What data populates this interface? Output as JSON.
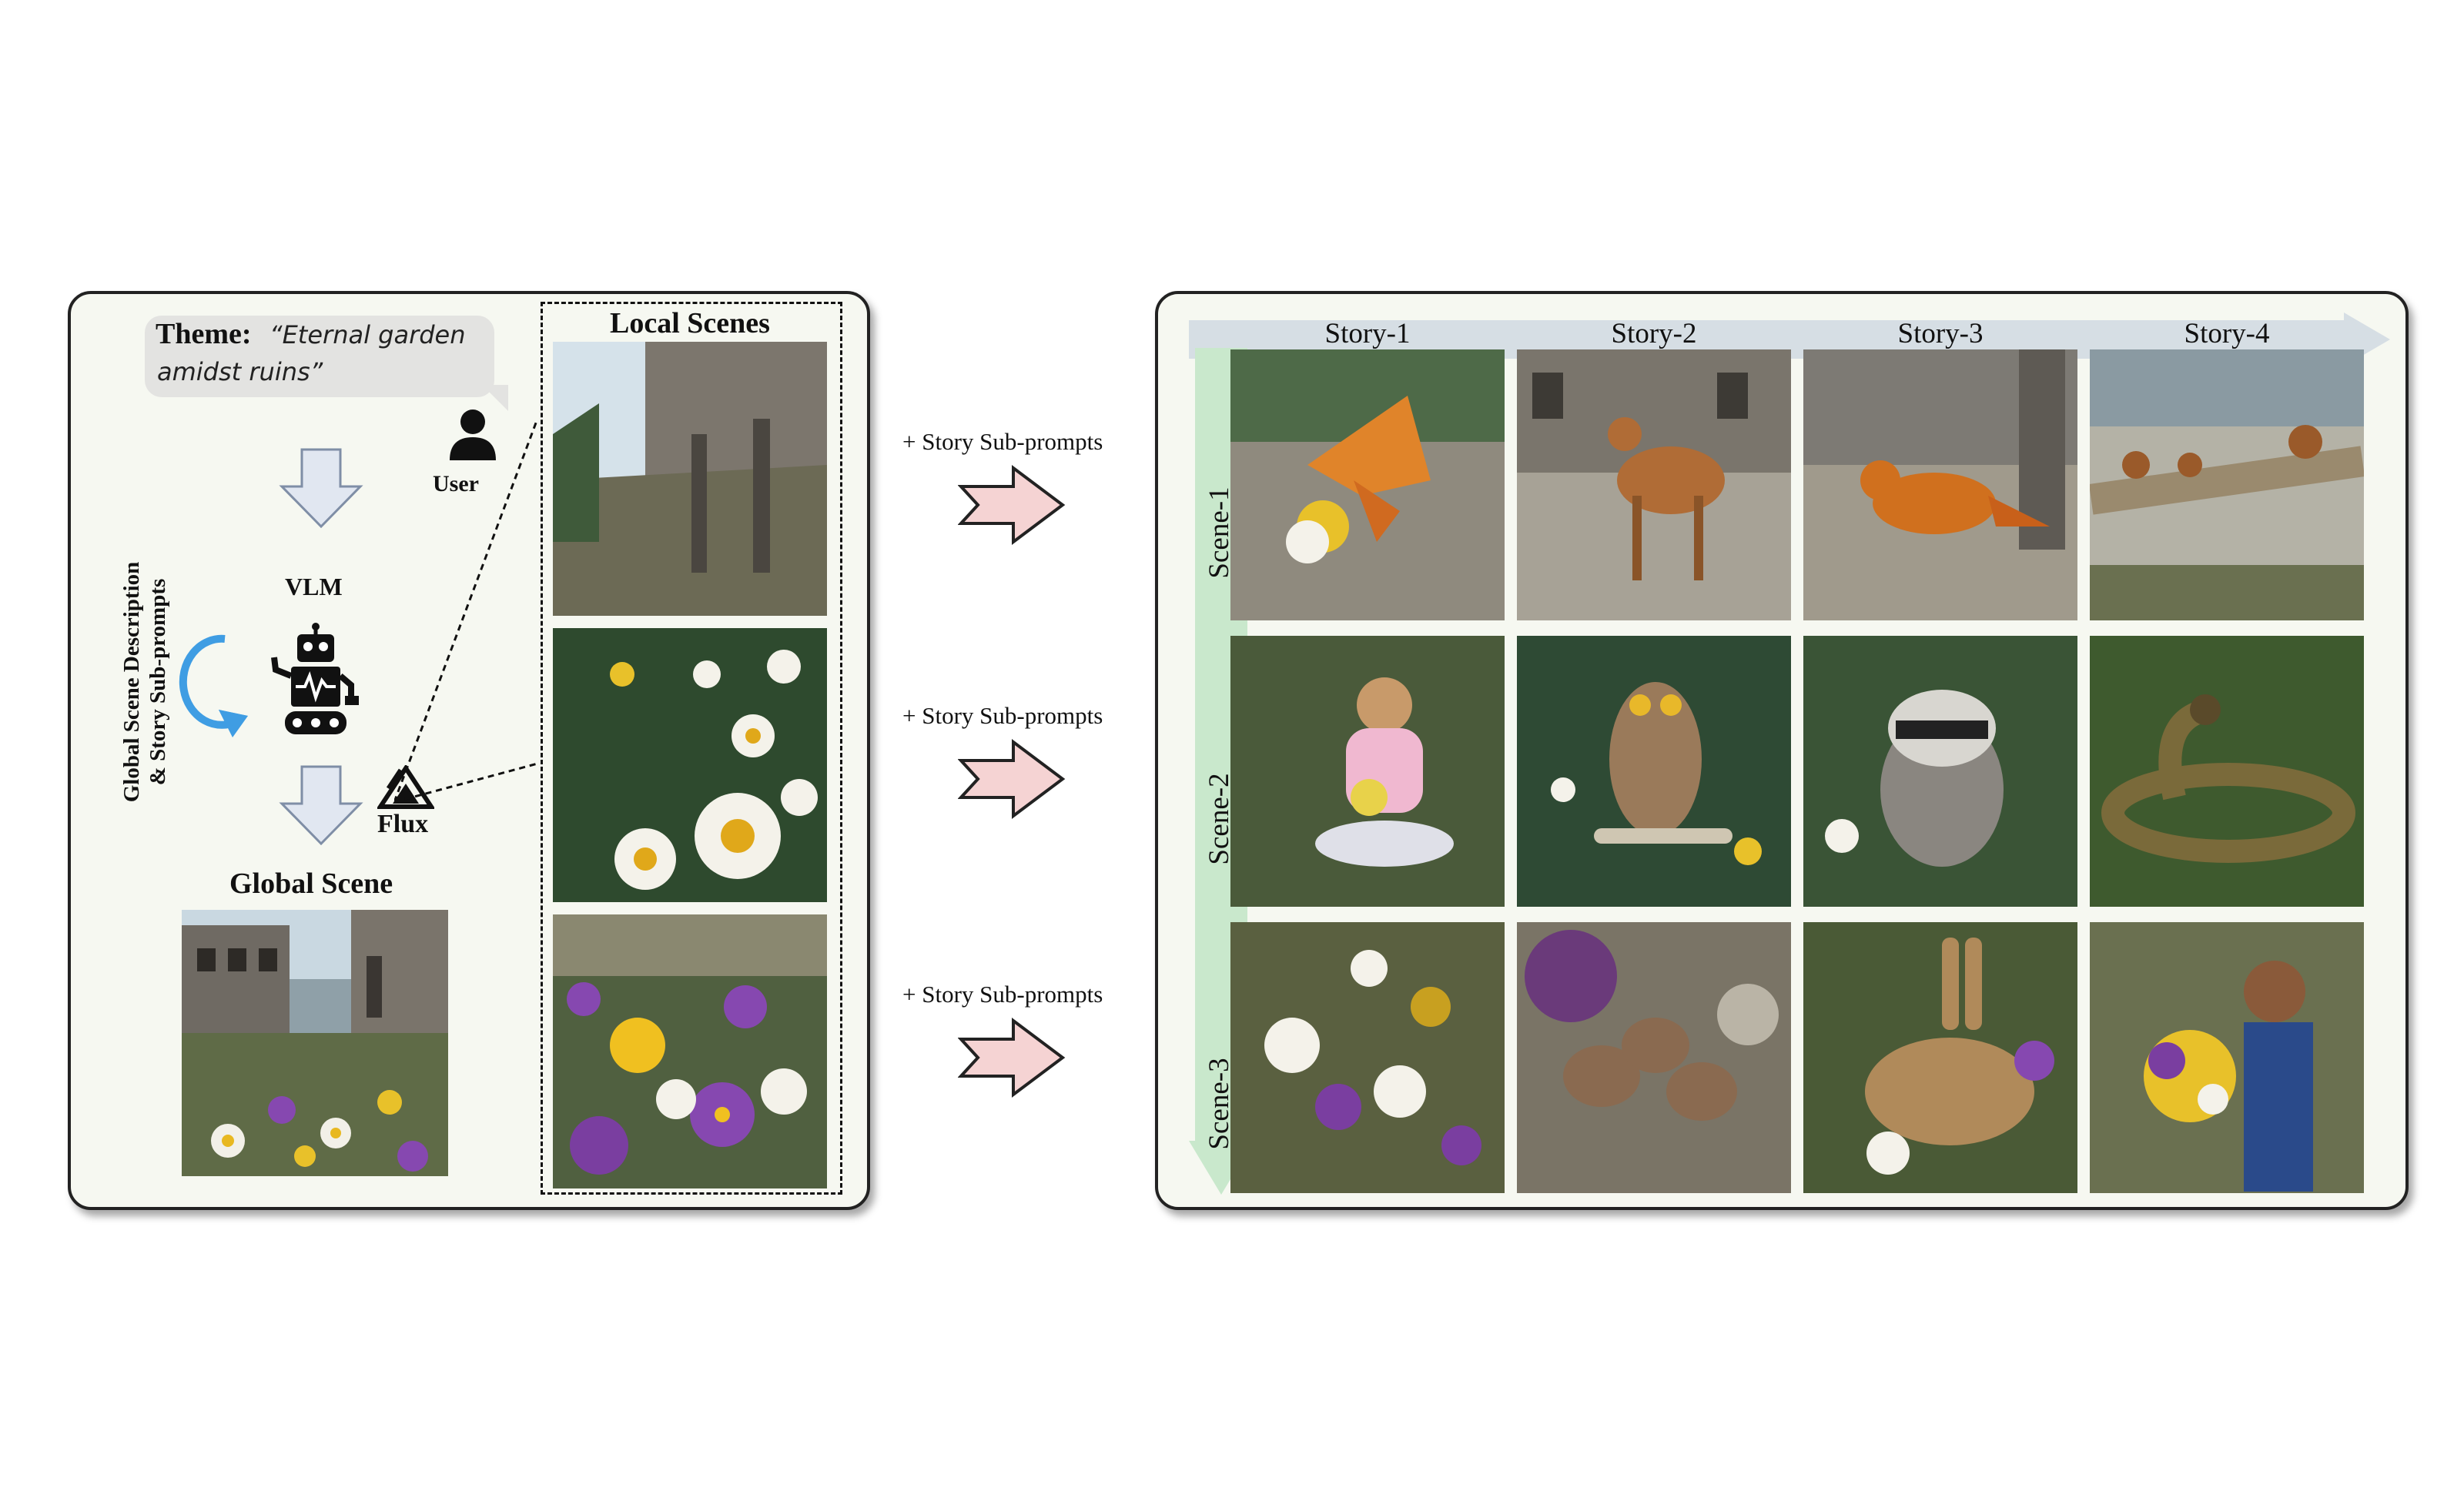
{
  "left_panel": {
    "theme_label": "Theme:",
    "theme_line1": "“Eternal garden",
    "theme_line2": "amidst ruins”",
    "user_label": "User",
    "user_icon": "user-icon",
    "vlm_label": "VLM",
    "robot_icon": "robot-icon",
    "cycle_icon": "refresh-cycle-icon",
    "flux_label": "Flux",
    "flux_icon": "flux-logo-icon",
    "vertical_label_line1": "Global Scene Description",
    "vertical_label_line2": "& Story Sub-prompts",
    "global_scene_label": "Global Scene",
    "local_scenes_label": "Local Scenes"
  },
  "middle": {
    "sub_prompts": [
      "+ Story Sub-prompts",
      "+ Story Sub-prompts",
      "+ Story Sub-prompts"
    ]
  },
  "grid": {
    "stories": [
      "Story-1",
      "Story-2",
      "Story-3",
      "Story-4"
    ],
    "scenes": [
      "Scene-1",
      "Scene-2",
      "Scene-3"
    ]
  },
  "colors": {
    "panel_bg": "#f6f8f1",
    "story_band": "#d6dee4",
    "scene_band": "#c9e8cc",
    "pink_arrow": "#f5d3d3",
    "down_arrow": "#e1e7f1",
    "cycle_blue": "#3f9de3"
  }
}
